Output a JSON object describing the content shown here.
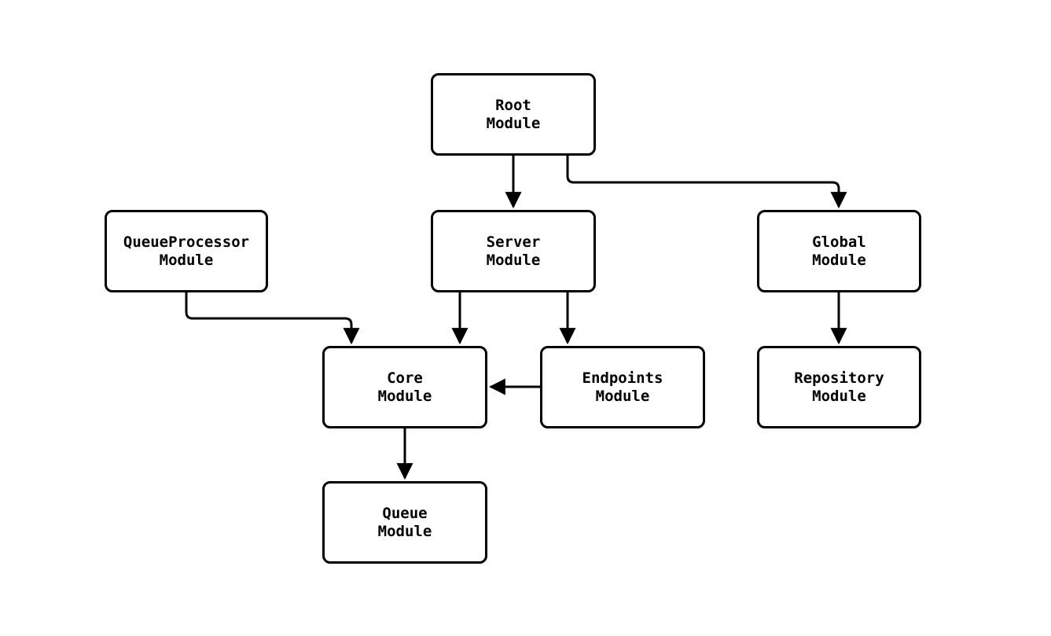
{
  "diagram": {
    "type": "module-dependency-graph",
    "colors": {
      "background": "#ffffff",
      "node_fill": "#ffffff",
      "stroke": "#000000",
      "text": "#000000"
    },
    "nodes": {
      "root": {
        "label": "Root\nModule"
      },
      "queueprocessor": {
        "label": "QueueProcessor\nModule"
      },
      "server": {
        "label": "Server\nModule"
      },
      "global": {
        "label": "Global\nModule"
      },
      "core": {
        "label": "Core\nModule"
      },
      "endpoints": {
        "label": "Endpoints\nModule"
      },
      "repository": {
        "label": "Repository\nModule"
      },
      "queue": {
        "label": "Queue\nModule"
      }
    },
    "edges": [
      {
        "from": "Root Module",
        "to": "Server Module"
      },
      {
        "from": "Root Module",
        "to": "Global Module"
      },
      {
        "from": "QueueProcessor Module",
        "to": "Core Module"
      },
      {
        "from": "Server Module",
        "to": "Core Module"
      },
      {
        "from": "Server Module",
        "to": "Endpoints Module"
      },
      {
        "from": "Endpoints Module",
        "to": "Core Module"
      },
      {
        "from": "Global Module",
        "to": "Repository Module"
      },
      {
        "from": "Core Module",
        "to": "Queue Module"
      }
    ]
  }
}
